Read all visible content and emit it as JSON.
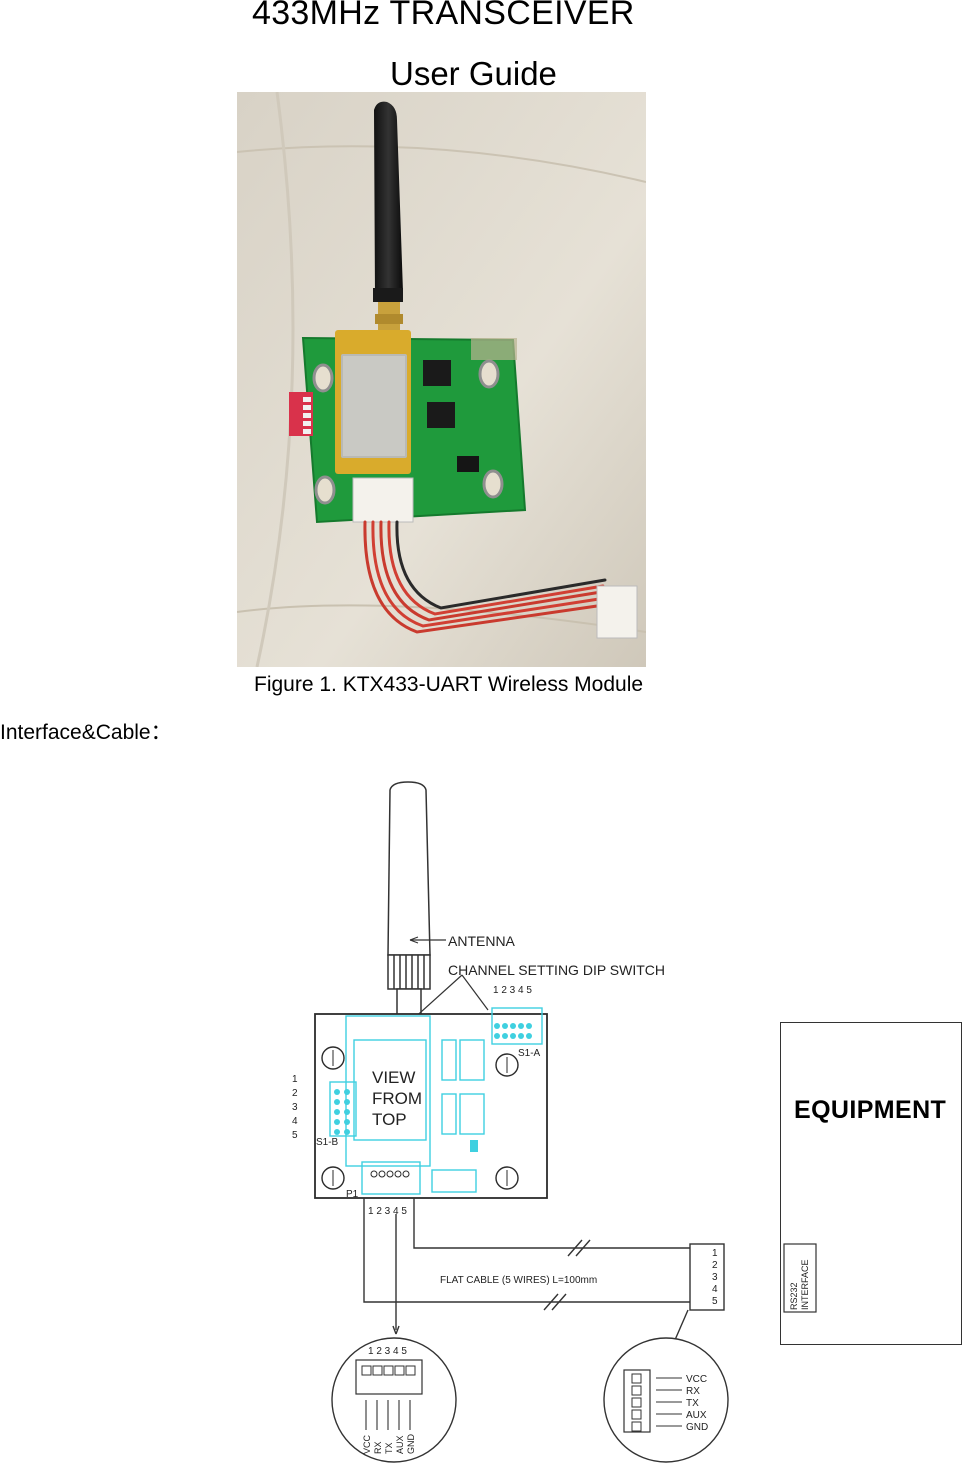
{
  "header": {
    "title": "433MHz TRANSCEIVER",
    "subtitle": "User Guide"
  },
  "figure1": {
    "caption": "Figure 1. KTX433-UART Wireless Module"
  },
  "section": {
    "label": "Interface&Cable："
  },
  "diagram": {
    "antenna_label": "ANTENNA",
    "dip_label": "CHANNEL SETTING DIP SWITCH",
    "top_pin_numbers": "1 2 3 4 5",
    "s1a": "S1-A",
    "s1b": "S1-B",
    "view_text": [
      "VIEW",
      "FROM",
      "TOP"
    ],
    "left_pins": [
      "1",
      "2",
      "3",
      "4",
      "5"
    ],
    "p1": "P1",
    "p1_pin_numbers": "1 2 3 4 5",
    "cable_label": "FLAT CABLE (5 WIRES) L=100mm",
    "connector_pins": [
      "1",
      "2",
      "3",
      "4",
      "5"
    ],
    "left_detail_numbers": "1 2 3 4 5",
    "left_detail_signals": [
      "VCC",
      "RX",
      "TX",
      "AUX",
      "GND"
    ],
    "right_detail_signals": [
      "VCC",
      "RX",
      "TX",
      "AUX",
      "GND"
    ],
    "equipment_label": "EQUIPMENT",
    "rs232_line1": "RS232",
    "rs232_line2": "INTERFACE"
  },
  "colors": {
    "pcb_outline": "#2b2b2b",
    "silkscreen": "#3fd0e0",
    "line": "#333333"
  }
}
